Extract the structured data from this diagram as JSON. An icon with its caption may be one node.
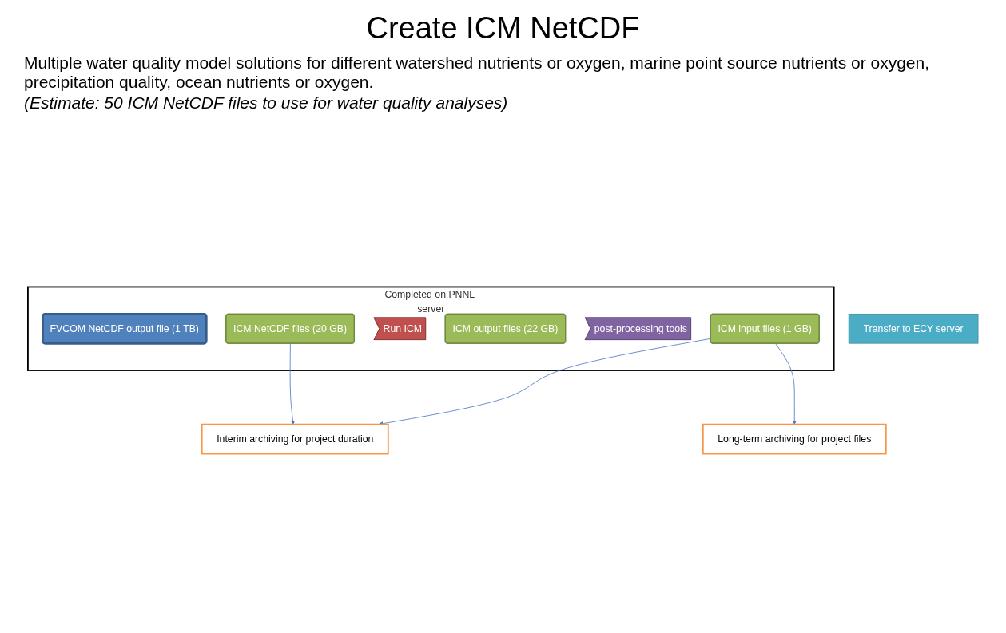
{
  "diagram": {
    "title": "Create ICM NetCDF",
    "nodes": [
      {
        "text": [
          "Completed on PNNL server"
        ]
      },
      {
        "text": [
          "FVCOM NetCDF output file (1 TB)"
        ],
        "in": 0
      },
      {
        "text": [
          "ICM input files (1 GB)"
        ],
        "in": 0
      },
      {
        "text": [
          "Run ICM"
        ],
        "in": 0
      },
      {
        "text": [
          "ICM output files (22 GB)"
        ],
        "in": 0
      },
      {
        "text": [
          "post-processing tools"
        ],
        "in": 0
      },
      {
        "text": [
          "ICM NetCDF files (20 GB)"
        ],
        "in": 0
      },
      {
        "text": [
          "Transfer to ECY server"
        ]
      },
      {
        "text": [
          "Interim archiving for project duration"
        ]
      },
      {
        "text": [
          "Long-term archiving for project files"
        ]
      }
    ],
    "edges": [
      {
        "from": 2,
        "to": 8,
        "arrow": "to"
      },
      {
        "from": 2,
        "to": 9,
        "arrow": "to"
      },
      {
        "from": 6,
        "to": 8,
        "arrow": "to"
      }
    ],
    "labels": [
      "Multiple water quality model solutions for different watershed nutrients or oxygen, marine point source nutrients or oxygen, precipitation quality, ocean nutrients or oxygen.",
      "(Estimate: 50 ICM NetCDF files to use for water quality analyses)"
    ]
  }
}
